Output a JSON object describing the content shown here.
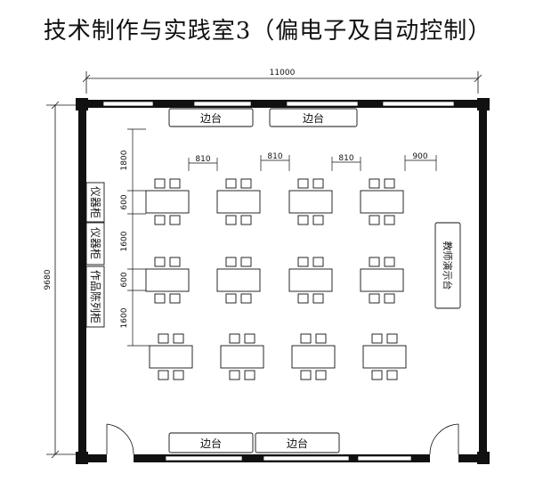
{
  "title": "技术制作与实践室3（偏电子及自动控制）",
  "dimensions": {
    "total_width": "11000",
    "total_height": "9680",
    "gaps": [
      "810",
      "810",
      "810",
      "900"
    ],
    "aisle_front": "1800",
    "desk_depth_1": "600",
    "row_gap_1": "1600",
    "desk_depth_2": "600",
    "row_gap_2": "1600"
  },
  "furniture": {
    "counter_top_left": "边台",
    "counter_top_right": "边台",
    "counter_bottom_left": "边台",
    "counter_bottom_right": "边台",
    "instrument_cabinet_1": "仪器柜",
    "instrument_cabinet_2": "仪器柜",
    "display_cabinet": "作品陈列柜",
    "teacher_desk": "教师演示台"
  },
  "layout": {
    "rows": 3,
    "desks_per_row": 4,
    "stools_per_side": 2
  }
}
